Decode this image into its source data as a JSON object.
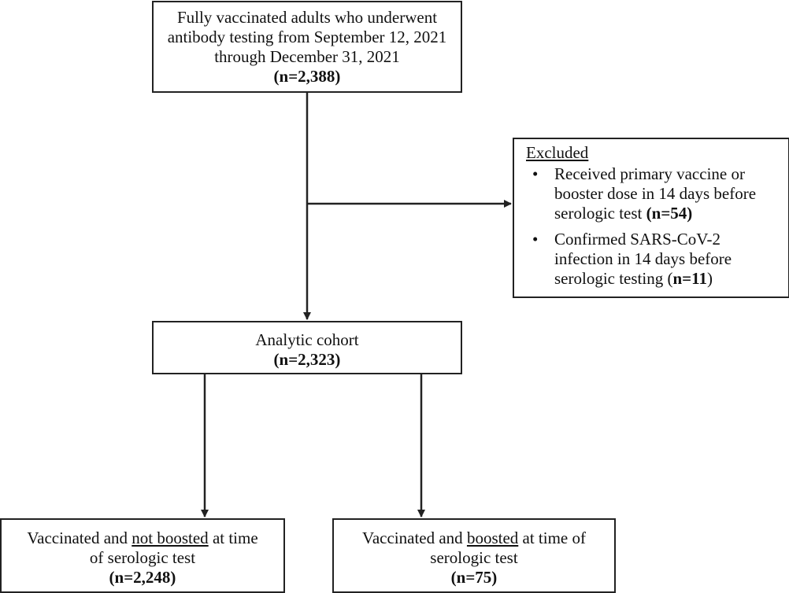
{
  "boxes": {
    "enrollment": {
      "line1": "Fully vaccinated adults who underwent",
      "line2": "antibody testing from September 12, 2021",
      "line3": "through December 31, 2021",
      "n": "(n=2,388)"
    },
    "excluded": {
      "heading": "Excluded",
      "bullet_symbol": "•",
      "items": [
        {
          "line1": "Received primary vaccine or",
          "line2": "booster dose in 14 days before",
          "line3": "serologic test ",
          "n": "(n=54)"
        },
        {
          "line1": "Confirmed SARS-CoV-2",
          "line2": "infection in 14 days before",
          "line3": "serologic testing (",
          "n": "n=11",
          "line3_end": ")"
        }
      ]
    },
    "cohort": {
      "line1": "Analytic cohort",
      "n": "(n=2,323)"
    },
    "not_boosted": {
      "pre": "Vaccinated and ",
      "emph": "not boosted",
      "post": " at time",
      "line2": "of serologic test",
      "n": "(n=2,248)"
    },
    "boosted": {
      "pre": "Vaccinated and ",
      "emph": "boosted",
      "post": " at time of",
      "line2": "serologic test",
      "n": "(n=75)"
    }
  }
}
